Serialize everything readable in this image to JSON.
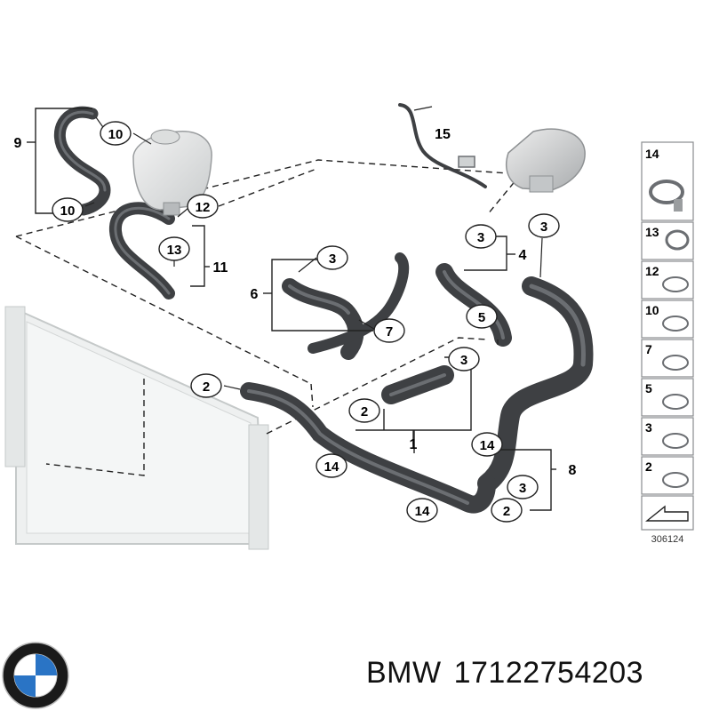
{
  "diagram": {
    "callouts": {
      "c10a": "10",
      "c10b": "10",
      "c12": "12",
      "c13": "13",
      "c3a": "3",
      "c3b": "3",
      "c3c": "3",
      "c3d": "3",
      "c3e": "3",
      "c7": "7",
      "c5": "5",
      "c2a": "2",
      "c2b": "2",
      "c2c": "2",
      "c14a": "14",
      "c14b": "14",
      "c14c": "14"
    },
    "brackets": {
      "b9": "9",
      "b11": "11",
      "b6": "6",
      "b4": "4",
      "b15": "15",
      "b1": "1",
      "b8": "8"
    },
    "legend": [
      "14",
      "13",
      "12",
      "10",
      "7",
      "5",
      "3",
      "2"
    ],
    "code": "306124"
  },
  "caption": {
    "brand": "BMW",
    "part_number": "17122754203"
  },
  "colors": {
    "hose": "#3e4043",
    "hose_highlight": "#6b6e72",
    "radiator": "#eef0f0",
    "line": "#222222"
  }
}
